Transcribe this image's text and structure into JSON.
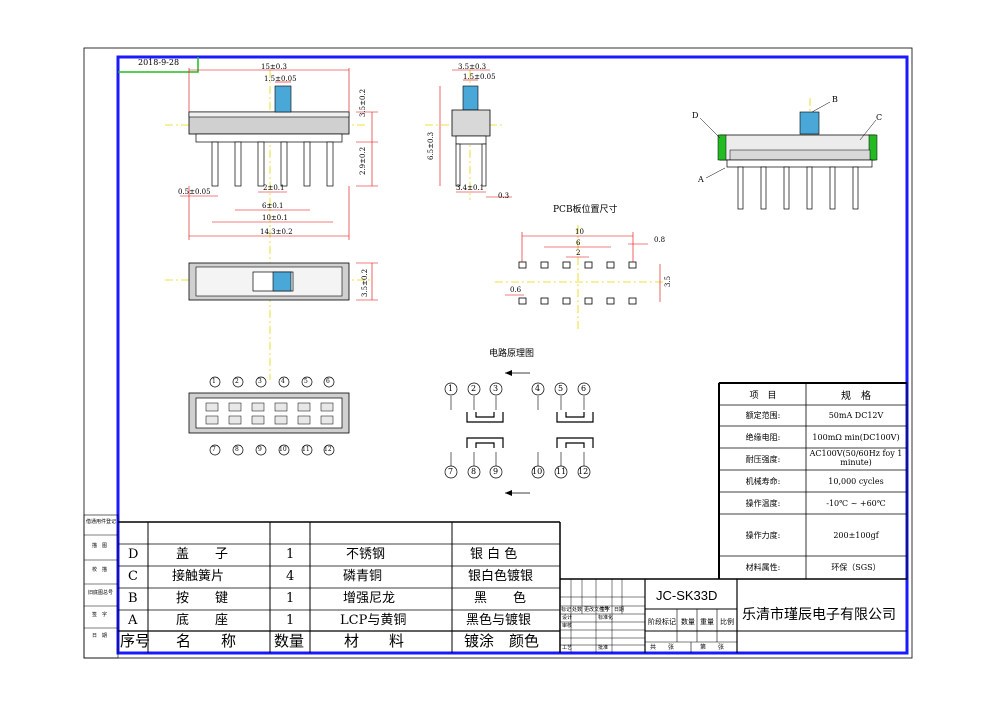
{
  "date": "2018-9-28",
  "dimensions": {
    "front_width": "15±0.3",
    "actuator_width": "1.5±0.05",
    "height_total": "3.5±0.2",
    "pin_length": "2.9±0.2",
    "pin_width": "0.5±0.05",
    "pin_pitch": "2±0.1",
    "pin_span_6": "6±0.1",
    "pin_span_10": "10±0.1",
    "body_length": "14.3±0.2",
    "side_width": "3.5±0.3",
    "side_actuator": "1.5±0.05",
    "side_height": "6.5±0.3",
    "side_pin_span": "3.4±0.1",
    "side_pin": "0.3",
    "top_width": "3.5±0.2"
  },
  "pcb": {
    "title": "PCB板位置尺寸",
    "dim_10": "10",
    "dim_6": "6",
    "dim_2": "2",
    "dim_08": "0.8",
    "dim_06": "0.6",
    "dim_35": "3.5"
  },
  "circuit": {
    "title": "电路原理图",
    "top_pins": [
      "1",
      "2",
      "3",
      "4",
      "5",
      "6"
    ],
    "bottom_pins": [
      "7",
      "8",
      "9",
      "10",
      "11",
      "12"
    ]
  },
  "callouts": [
    "B",
    "C",
    "D",
    "A"
  ],
  "specs": {
    "header": [
      "项　目",
      "规　格"
    ],
    "rows": [
      {
        "label": "额定范围:",
        "value": "50mA DC12V"
      },
      {
        "label": "绝缘电阻:",
        "value": "100mΩ min(DC100V)"
      },
      {
        "label": "耐压强度:",
        "value": "AC100V(50/60Hz foy 1 minute)"
      },
      {
        "label": "机械寿命:",
        "value": "10,000 cycles"
      },
      {
        "label": "操作温度:",
        "value": "-10℃ ~ +60℃"
      },
      {
        "label": "操作力度:",
        "value": "200±100gf"
      },
      {
        "label": "材料属性:",
        "value": "环保（SGS）"
      }
    ]
  },
  "bom": {
    "rows": [
      {
        "id": "D",
        "name": "盖　　子",
        "qty": "1",
        "material": "不锈钢",
        "finish": "银 白 色"
      },
      {
        "id": "C",
        "name": "接触簧片",
        "qty": "4",
        "material": "磷青铜",
        "finish": "银白色镀银"
      },
      {
        "id": "B",
        "name": "按　　键",
        "qty": "1",
        "material": "增强尼龙",
        "finish": "黑　　色"
      },
      {
        "id": "A",
        "name": "底　　座",
        "qty": "1",
        "material": "LCP与黄铜",
        "finish": "黑色与镀银"
      }
    ],
    "header": {
      "id": "序号",
      "name": "名　　称",
      "qty": "数量",
      "material": "材　　料",
      "finish": "镀涂　颜色"
    }
  },
  "side_labels": [
    "借通用件登记",
    "描　图",
    "校　描",
    "旧底图总号",
    "签　字",
    "日　期"
  ],
  "title_block": {
    "model": "JC-SK33D",
    "company": "乐清市瑾辰电子有限公司",
    "stage_label": "阶段标记",
    "weight_label": "重量",
    "scale_label": "比例",
    "qty_label": "数量",
    "rows_small": [
      "标记",
      "处数",
      "更改文件号",
      "签字",
      "日期"
    ],
    "design": "设计",
    "standard": "标准化",
    "check": "审核",
    "process": "工艺",
    "approve": "批准",
    "sheets": "共　　张",
    "sheet_no": "第　　张"
  },
  "colors": {
    "border_blue": "#1a1aff",
    "green": "#22bb22",
    "cyan": "#4aa8d8",
    "yellow": "#e8d800",
    "red": "#e00000",
    "body_gray": "#c8c8c8"
  }
}
